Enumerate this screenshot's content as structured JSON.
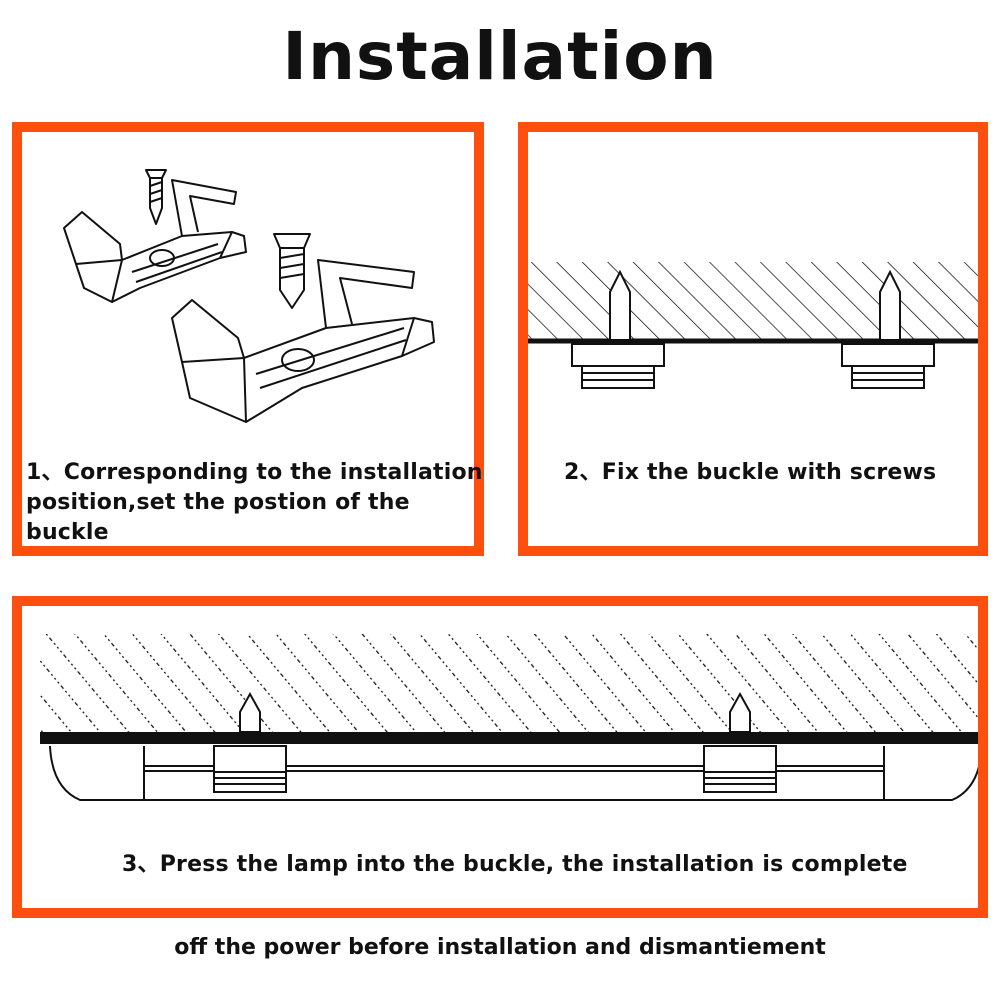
{
  "title": "Installation",
  "steps": [
    {
      "number": "1、",
      "text_line1": "Corresponding to the installation",
      "text_line2": "position,set the postion of the buckle"
    },
    {
      "number": "2、",
      "text": "Fix the buckle with screws"
    },
    {
      "number": "3、",
      "text": "Press the lamp into the buckle, the installation is complete"
    }
  ],
  "footer": "off the power before installation and dismantiement",
  "colors": {
    "frame": "#ff4f0f",
    "line": "#111111",
    "background": "#ffffff"
  },
  "icons": [
    "screw-icon",
    "buckle-clip-icon",
    "ceiling-hatch",
    "lamp-body"
  ]
}
